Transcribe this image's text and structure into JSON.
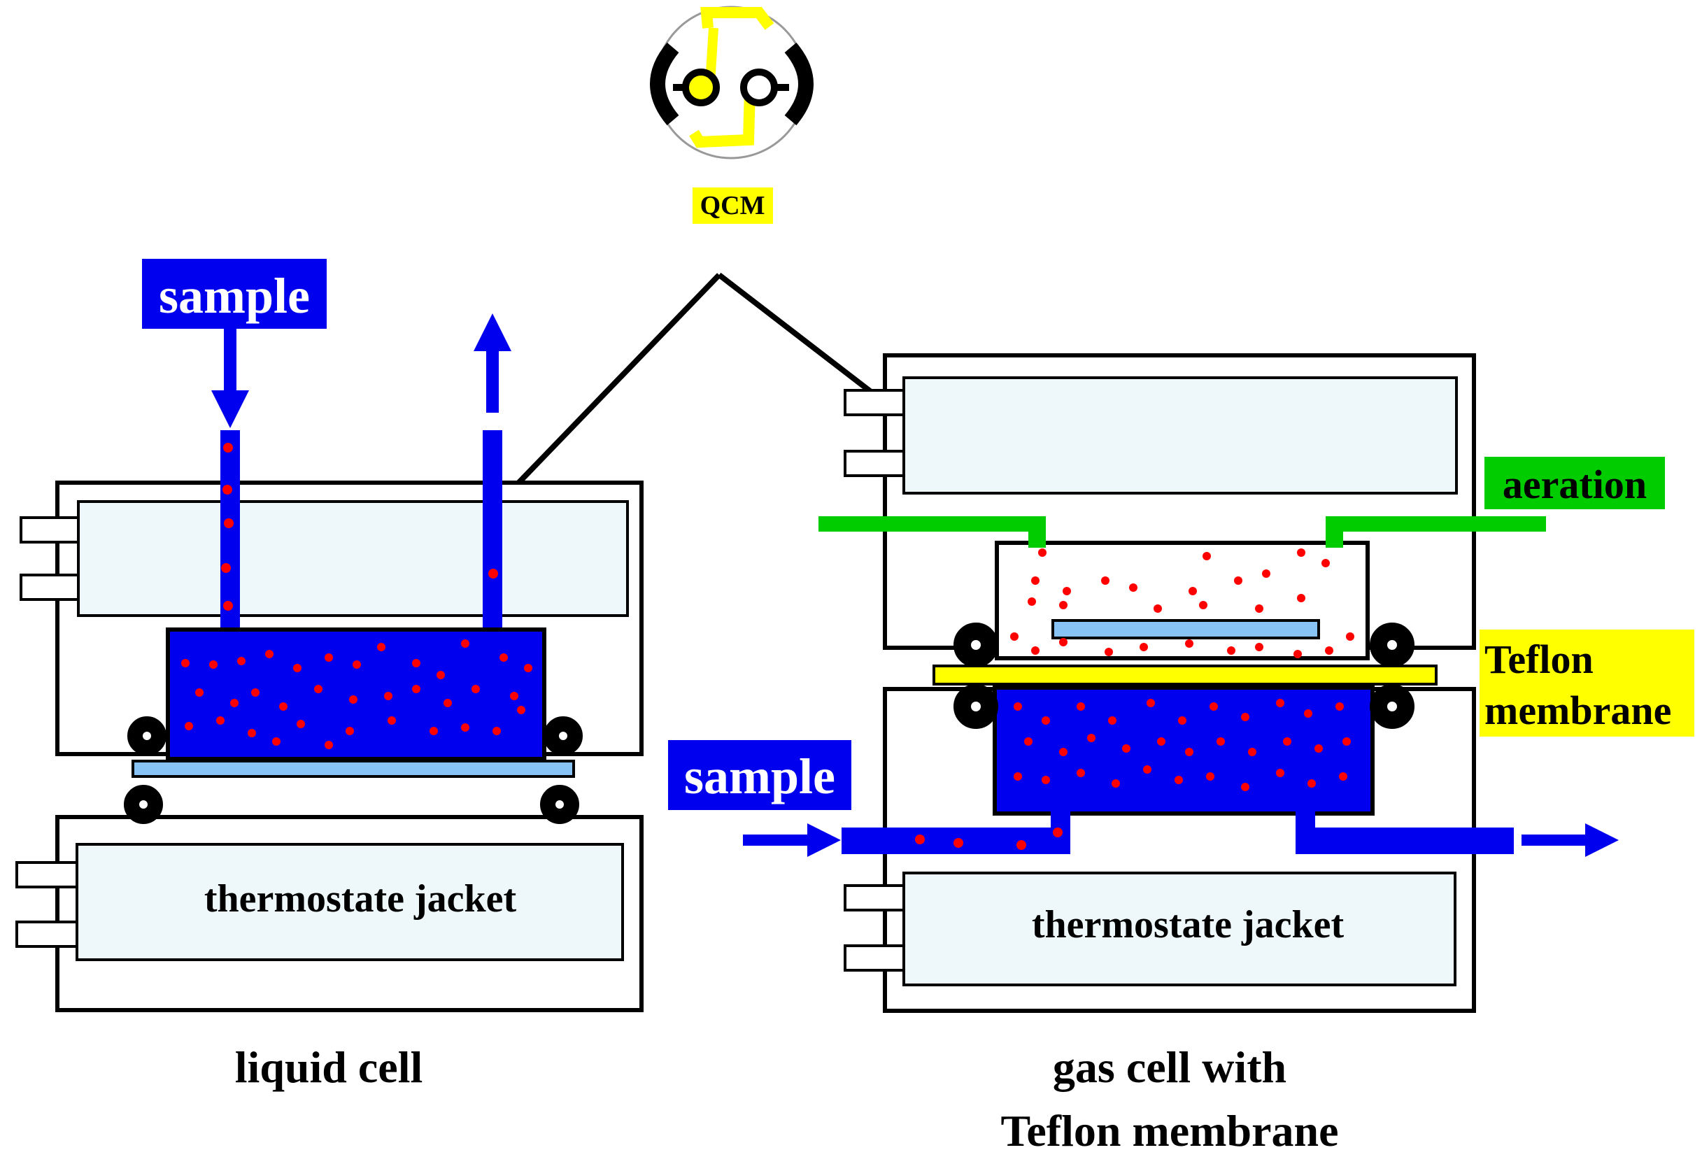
{
  "qcm": {
    "label": "QCM",
    "colors": {
      "electrode": "#ffff00",
      "clip": "#000000",
      "ring": "#999999"
    }
  },
  "liquid_cell": {
    "sample_label": "sample",
    "jacket_label": "thermostate jacket",
    "caption": "liquid cell"
  },
  "gas_cell": {
    "sample_label": "sample",
    "jacket_label": "thermostate jacket",
    "aeration_label": "aeration",
    "membrane_label_line1": "Teflon",
    "membrane_label_line2": "membrane",
    "caption_line1": "gas cell with",
    "caption_line2": "Teflon membrane"
  },
  "colors": {
    "sample_fluid": "#0000ee",
    "particles": "#ff0000",
    "sensor_crystal": "#87c3f5",
    "panel_fill": "#eef8fb",
    "aeration": "#00cc00",
    "membrane": "#ffff00",
    "outline": "#000000"
  }
}
